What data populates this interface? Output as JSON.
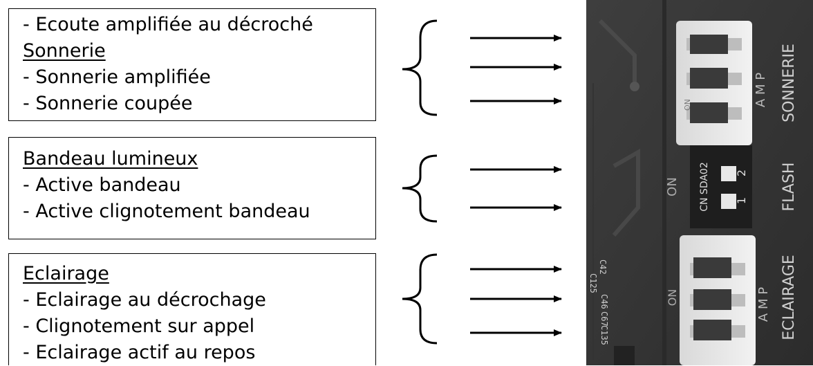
{
  "groups": [
    {
      "lines": [
        {
          "text": "- Ecoute amplifiée au décroché",
          "underline": false
        },
        {
          "text": "Sonnerie",
          "underline": true
        },
        {
          "text": "- Sonnerie amplifiée",
          "underline": false
        },
        {
          "text": "- Sonnerie coupée",
          "underline": false
        }
      ],
      "arrow_count": 3
    },
    {
      "lines": [
        {
          "text": "Bandeau lumineux",
          "underline": true
        },
        {
          "text": "- Active bandeau",
          "underline": false
        },
        {
          "text": "- Active clignotement bandeau",
          "underline": false
        }
      ],
      "arrow_count": 2
    },
    {
      "lines": [
        {
          "text": "Eclairage",
          "underline": true
        },
        {
          "text": "- Eclairage au décrochage",
          "underline": false
        },
        {
          "text": "- Clignotement sur appel",
          "underline": false
        },
        {
          "text": "- Eclairage actif au repos",
          "underline": false
        }
      ],
      "arrow_count": 3
    }
  ],
  "photo": {
    "labels": {
      "top_connector": "SONNERIE",
      "amp_top": "A M P",
      "dip_switch_model": "CN SDA02",
      "dip_switch_positions": [
        "1",
        "2"
      ],
      "flash": "FLASH",
      "on_label": "ON",
      "bottom_connector": "ECLAIRAGE",
      "amp_bottom": "A M P",
      "components": [
        "C42",
        "C125",
        "C46",
        "C67",
        "C135"
      ]
    }
  }
}
